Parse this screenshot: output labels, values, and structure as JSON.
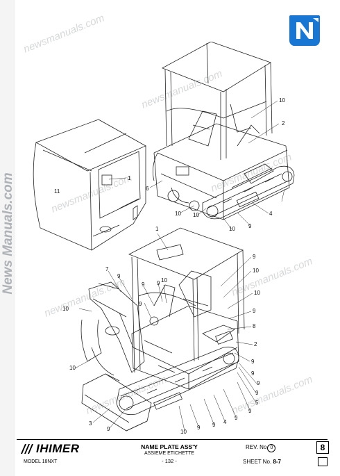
{
  "watermark": {
    "side_text": "News Manuals.com",
    "diagonal_text": "newsmanuals.com",
    "logo_letter": "N"
  },
  "colors": {
    "logo_blue": "#1976d2",
    "line": "#222222",
    "watermark": "#d6d8da"
  },
  "callouts": [
    {
      "label": "10"
    },
    {
      "label": "2"
    },
    {
      "label": "1"
    },
    {
      "label": "6"
    },
    {
      "label": "11"
    },
    {
      "label": "10"
    },
    {
      "label": "10"
    },
    {
      "label": "10"
    },
    {
      "label": "9"
    },
    {
      "label": "4"
    },
    {
      "label": "1"
    },
    {
      "label": "7"
    },
    {
      "label": "9"
    },
    {
      "label": "9"
    },
    {
      "label": "10"
    },
    {
      "label": "9"
    },
    {
      "label": "10"
    },
    {
      "label": "9"
    },
    {
      "label": "9"
    },
    {
      "label": "10"
    },
    {
      "label": "10"
    },
    {
      "label": "9"
    },
    {
      "label": "8"
    },
    {
      "label": "2"
    },
    {
      "label": "9"
    },
    {
      "label": "10"
    },
    {
      "label": "3"
    },
    {
      "label": "9"
    },
    {
      "label": "10"
    },
    {
      "label": "9"
    },
    {
      "label": "9"
    },
    {
      "label": "4"
    },
    {
      "label": "9"
    },
    {
      "label": "9"
    },
    {
      "label": "5"
    },
    {
      "label": "9"
    },
    {
      "label": "9"
    },
    {
      "label": "9"
    }
  ],
  "title_block": {
    "brand": "IHIMER",
    "model": "MODEL 18NXT",
    "title": "NAME PLATE ASS'Y",
    "subtitle": "ASSIEME ETICHETTE",
    "page": "- 132 -",
    "rev_label": "REV. No",
    "rev_value": "0",
    "sheet_label": "SHEET No.",
    "sheet_value": "8-7",
    "section_number": "8"
  }
}
